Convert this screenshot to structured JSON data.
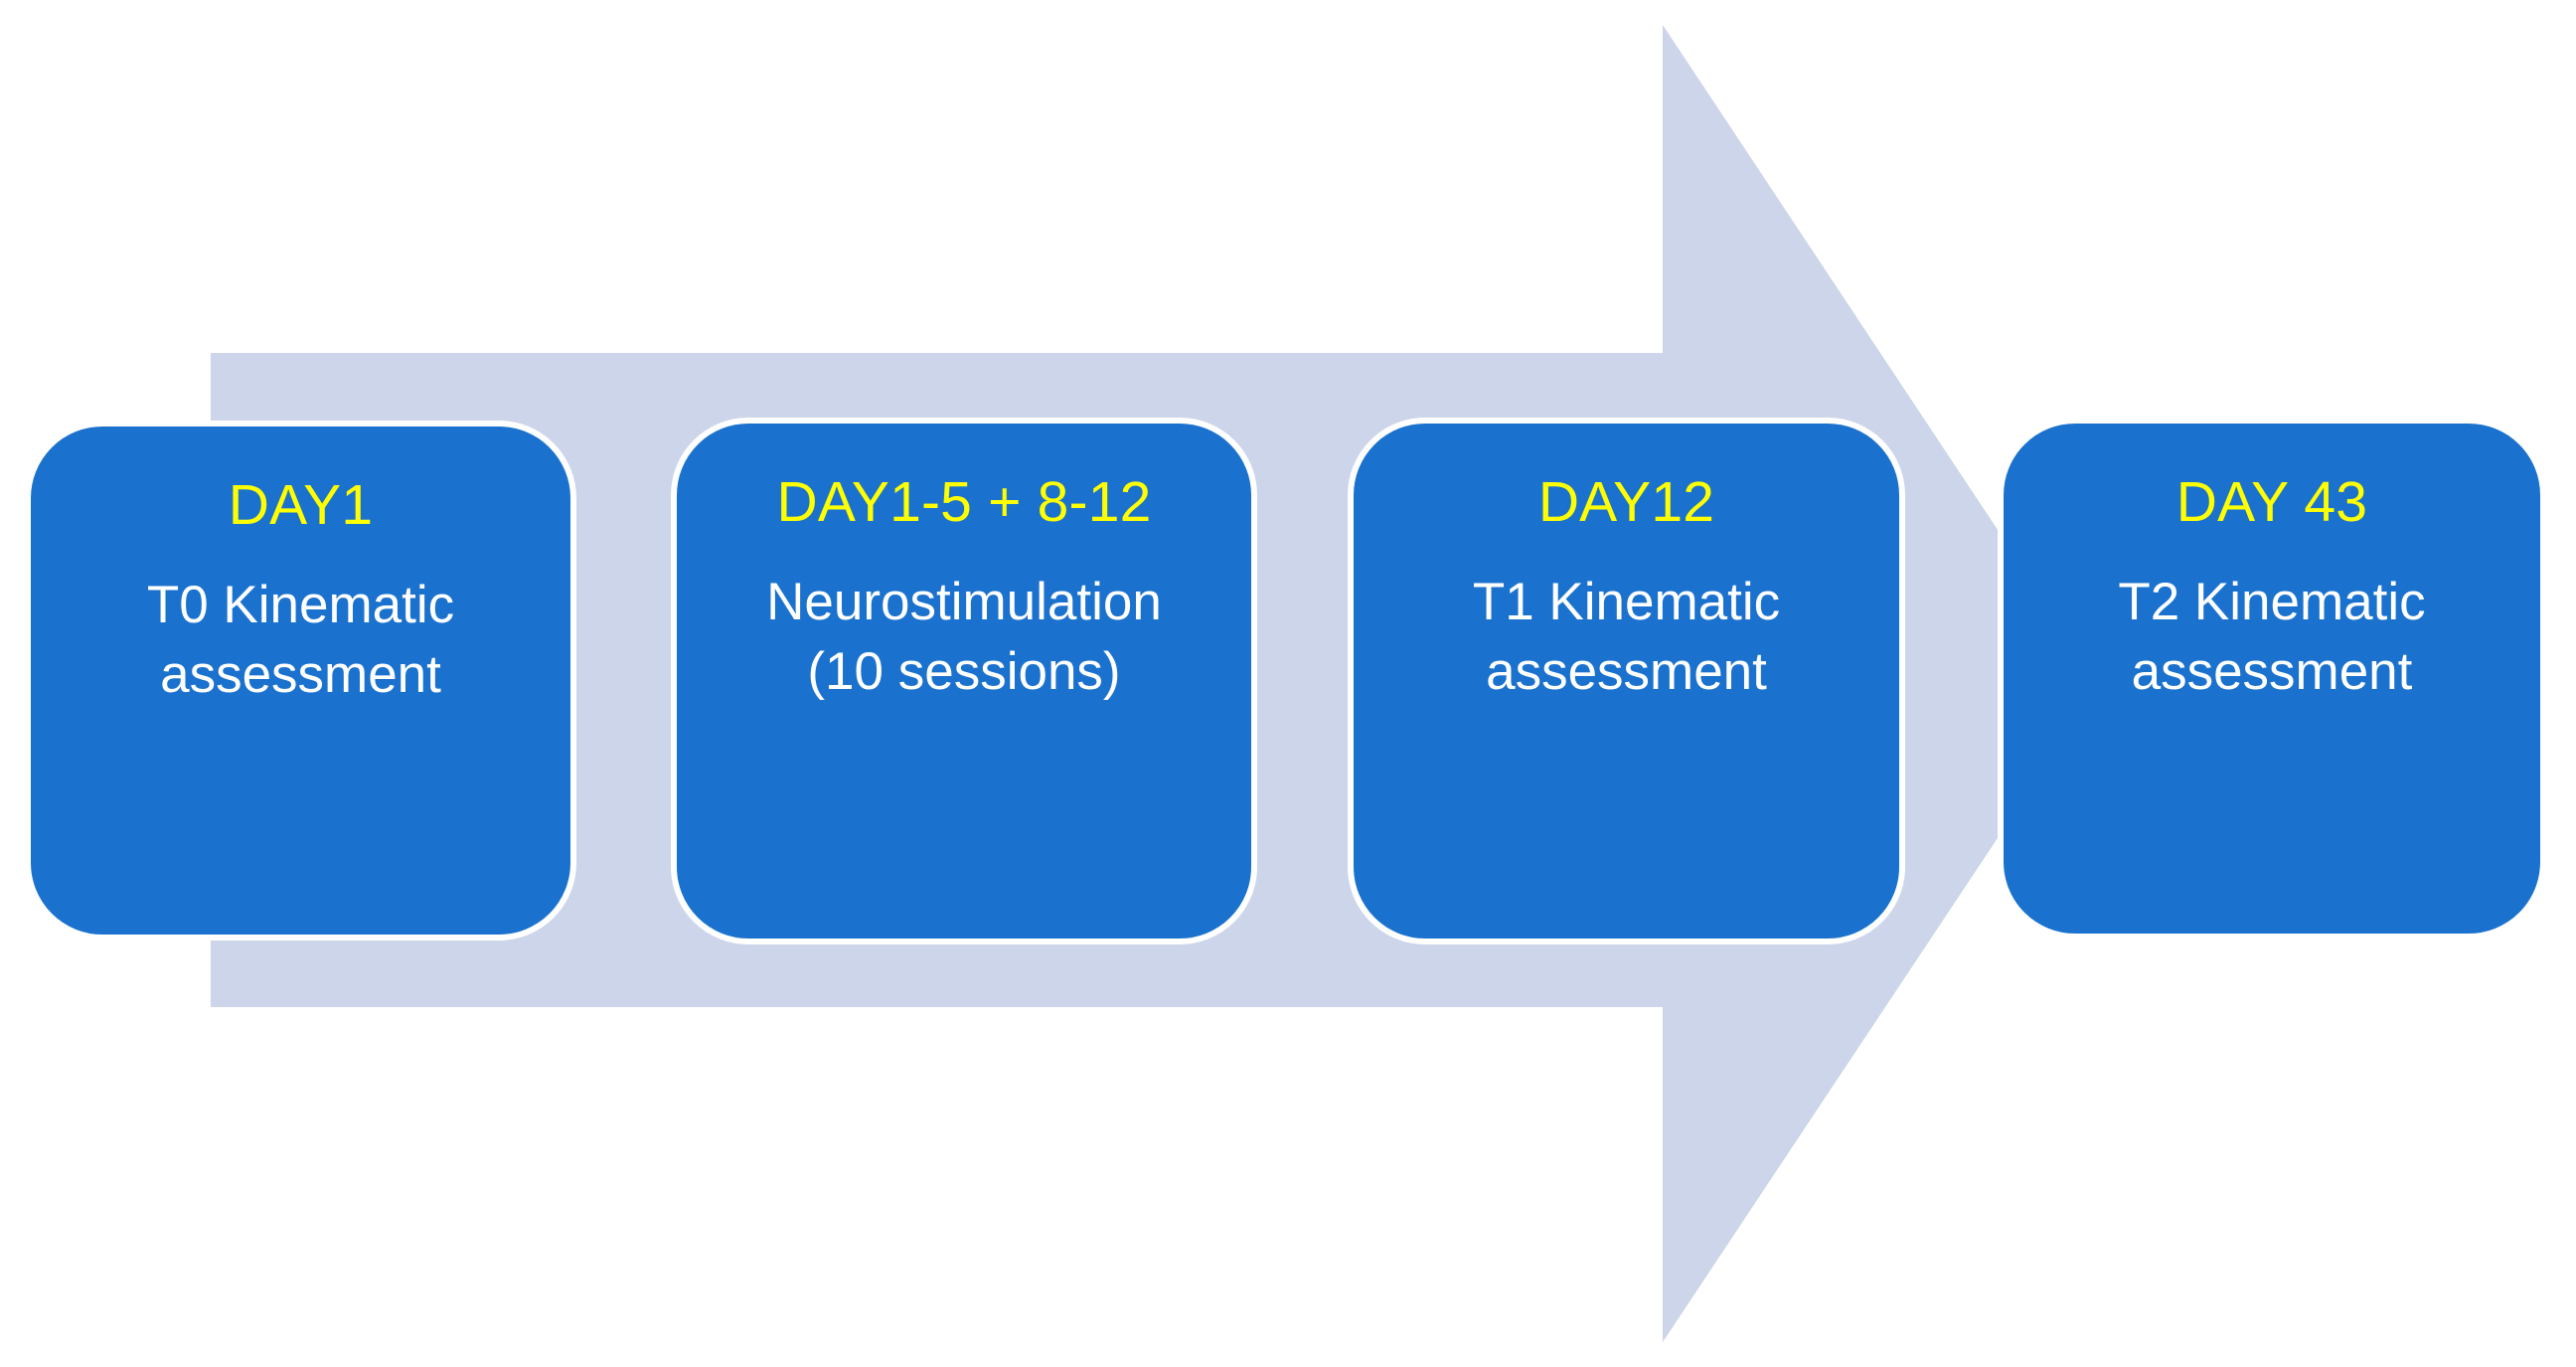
{
  "diagram": {
    "title": "Study timeline flow",
    "arrow": {
      "direction": "right",
      "color": "#CDD5EA",
      "name": "timeline-arrow"
    },
    "box_color": "#1B72CE",
    "day_label_color": "#FFFF00",
    "body_text_color": "#FFFFFF",
    "background_color": "#FFFFFF"
  },
  "stages": [
    {
      "day": "DAY1",
      "desc_lines": [
        "T0 Kinematic",
        "assessment"
      ],
      "desc": "T0 Kinematic assessment"
    },
    {
      "day": "DAY1-5 + 8-12",
      "desc_lines": [
        "Neurostimulation",
        "(10 sessions)"
      ],
      "desc": "Neurostimulation (10 sessions)"
    },
    {
      "day": "DAY12",
      "desc_lines": [
        "T1 Kinematic",
        "assessment"
      ],
      "desc": "T1 Kinematic assessment"
    },
    {
      "day": "DAY 43",
      "desc_lines": [
        "T2 Kinematic",
        "assessment"
      ],
      "desc": "T2 Kinematic assessment"
    }
  ]
}
